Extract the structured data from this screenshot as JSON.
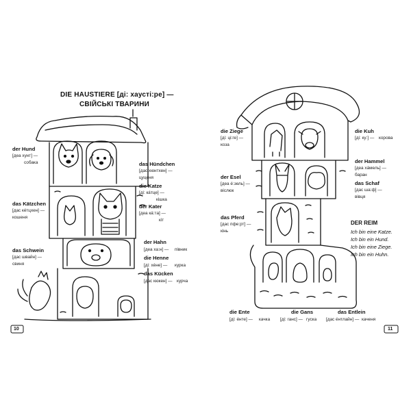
{
  "left_page": {
    "title_line1": "DIE HAUSTIERE [ді: хаустi:рe] —",
    "title_line2": "СВІЙСЬКІ ТВАРИНИ",
    "page_number": "10",
    "entries": [
      {
        "word": "der Hund",
        "trans": "[деа хунт] —",
        "meaning": "собака"
      },
      {
        "word": "das Hündchen",
        "trans": "[дас хюнтхен] —",
        "meaning": "цуценя"
      },
      {
        "word": "die Katze",
        "trans": "[ді: кáтце] —",
        "meaning": "кішка"
      },
      {
        "word": "der Kater",
        "trans": "[деа кá:тa] —",
        "meaning": "кіт"
      },
      {
        "word": "das Kätzchen",
        "trans": "[дас кéтцхен] —",
        "meaning": "кошеня"
      },
      {
        "word": "das Schwein",
        "trans": "[дас швайн] —",
        "meaning": "свиня"
      },
      {
        "word": "der Hahn",
        "trans": "[деа ха:н] —",
        "meaning": "півник"
      },
      {
        "word": "die Henne",
        "trans": "[ді: хéне] —",
        "meaning": "курка"
      },
      {
        "word": "das Kücken",
        "trans": "[дас кюкен] —",
        "meaning": "курча"
      }
    ]
  },
  "right_page": {
    "page_number": "11",
    "entries": [
      {
        "word": "die Ziege",
        "trans": "[ді: ці:ге] —",
        "meaning": "коза"
      },
      {
        "word": "die Kuh",
        "trans": "[ді: ку:] —",
        "meaning": "корова"
      },
      {
        "word": "der Esel",
        "trans": "[деа é:зель] —",
        "meaning": "віслюк"
      },
      {
        "word": "der Hammel",
        "trans": "[деа хáмель] —",
        "meaning": "баран"
      },
      {
        "word": "das Schaf",
        "trans": "[дас ша:ф] —",
        "meaning": "вівця"
      },
      {
        "word": "das Pferd",
        "trans": "[дас пфе:рт] —",
        "meaning": "кінь"
      },
      {
        "word": "die Ente",
        "trans": "[ді: éнте] —",
        "meaning": "качка"
      },
      {
        "word": "die Gans",
        "trans": "[ді: ганс] —",
        "meaning": "гуска"
      },
      {
        "word": "das Entlein",
        "trans": "[дас éнтлайн] —",
        "meaning": "каченя"
      }
    ],
    "reim": {
      "heading": "DER REIM",
      "lines": [
        "Ich bin eine Katze.",
        "Ich bin ein Hund.",
        "Ich bin eine Ziege.",
        "Ich bin ein Huhn."
      ]
    }
  }
}
